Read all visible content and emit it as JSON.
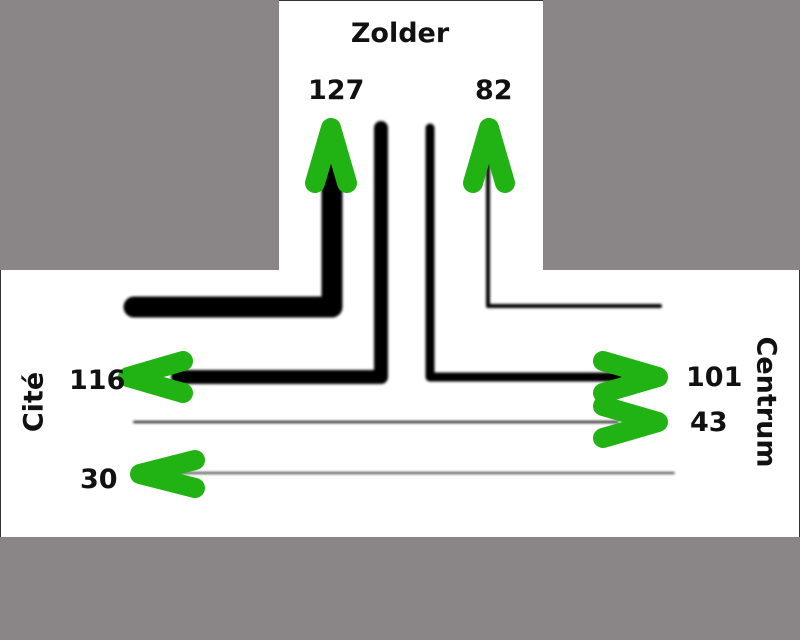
{
  "diagram": {
    "destinations": {
      "north": "Zolder",
      "west": "Cité",
      "east": "Centrum"
    },
    "flows": [
      {
        "id": "west-to-north",
        "from": "Cité",
        "to": "Zolder",
        "value": "127",
        "relative_width": "thick"
      },
      {
        "id": "east-to-north",
        "from": "Centrum",
        "to": "Zolder",
        "value": "82",
        "relative_width": "thin"
      },
      {
        "id": "north-to-west",
        "from": "Zolder",
        "to": "Cité",
        "value": "116",
        "relative_width": "thick"
      },
      {
        "id": "north-to-east",
        "from": "Zolder",
        "to": "Centrum",
        "value": "101",
        "relative_width": "medium"
      },
      {
        "id": "west-to-east",
        "from": "Cité",
        "to": "Centrum",
        "value": "43",
        "relative_width": "thin"
      },
      {
        "id": "east-to-west",
        "from": "Centrum",
        "to": "Cité",
        "value": "30",
        "relative_width": "thin"
      }
    ],
    "colors": {
      "road": "#ffffff",
      "block": "#8a8687",
      "flow_line": "#000000",
      "arrow_head": "#21b214",
      "text": "#111111"
    }
  }
}
